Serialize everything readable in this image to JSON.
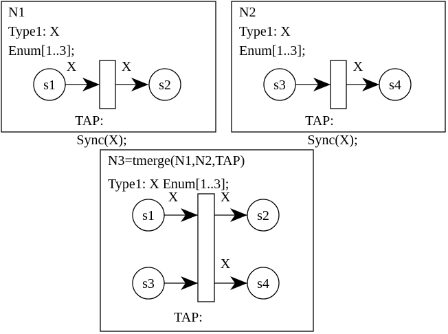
{
  "n1": {
    "title": "N1",
    "type_line": "Type1: X",
    "enum_line": "Enum[1..3];",
    "place_in": "s1",
    "place_out": "s2",
    "arc_in_label": "X",
    "arc_out_label": "X",
    "tap_label": "TAP:",
    "sync_label": "Sync(X);"
  },
  "n2": {
    "title": "N2",
    "type_line": "Type1: X",
    "enum_line": "Enum[1..3];",
    "place_in": "s3",
    "place_out": "s4",
    "arc_out_label": "X",
    "tap_label": "TAP:",
    "sync_label": "Sync(X);"
  },
  "n3": {
    "title": "N3=tmerge(N1,N2,TAP)",
    "type_line": "Type1: X Enum[1..3];",
    "place_in_top": "s1",
    "place_out_top": "s2",
    "place_in_bottom": "s3",
    "place_out_bottom": "s4",
    "arc_in_top_label": "X",
    "arc_out_top_label": "X",
    "arc_out_bottom_label": "X",
    "tap_label": "TAP:"
  }
}
